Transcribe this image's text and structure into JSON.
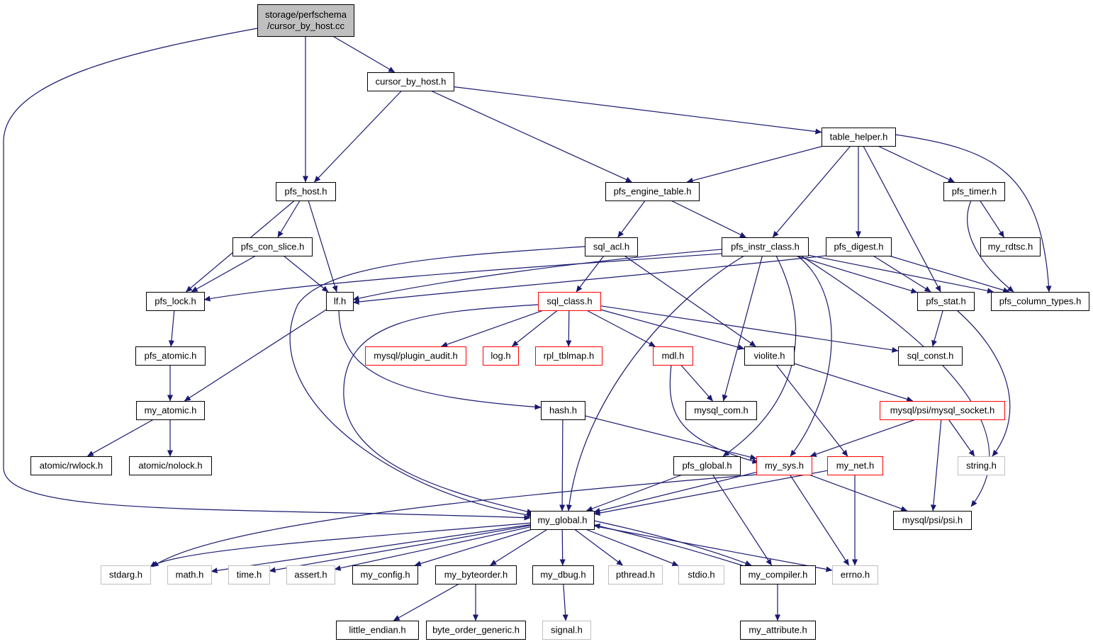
{
  "colors": {
    "edge": "#191970",
    "border_default": "#000000",
    "border_truncated": "#ff0000",
    "border_external": "#bfbfbf",
    "fill_root": "#bfbfbf",
    "fill_default": "#ffffff",
    "text_default": "#000000",
    "text_external": "#000000"
  },
  "nodes": [
    {
      "id": "root",
      "label": "storage/perfschema\n/cursor_by_host.cc",
      "kind": "root"
    },
    {
      "id": "cursor_by_host_h",
      "label": "cursor_by_host.h",
      "kind": "default"
    },
    {
      "id": "table_helper_h",
      "label": "table_helper.h",
      "kind": "default"
    },
    {
      "id": "pfs_host_h",
      "label": "pfs_host.h",
      "kind": "default"
    },
    {
      "id": "pfs_engine_table_h",
      "label": "pfs_engine_table.h",
      "kind": "default"
    },
    {
      "id": "pfs_timer_h",
      "label": "pfs_timer.h",
      "kind": "default"
    },
    {
      "id": "pfs_con_slice_h",
      "label": "pfs_con_slice.h",
      "kind": "default"
    },
    {
      "id": "sql_acl_h",
      "label": "sql_acl.h",
      "kind": "default"
    },
    {
      "id": "pfs_instr_class_h",
      "label": "pfs_instr_class.h",
      "kind": "default"
    },
    {
      "id": "pfs_digest_h",
      "label": "pfs_digest.h",
      "kind": "default"
    },
    {
      "id": "my_rdtsc_h",
      "label": "my_rdtsc.h",
      "kind": "default"
    },
    {
      "id": "pfs_lock_h",
      "label": "pfs_lock.h",
      "kind": "default"
    },
    {
      "id": "lf_h",
      "label": "lf.h",
      "kind": "default"
    },
    {
      "id": "sql_class_h",
      "label": "sql_class.h",
      "kind": "truncated"
    },
    {
      "id": "pfs_stat_h",
      "label": "pfs_stat.h",
      "kind": "default"
    },
    {
      "id": "pfs_column_types_h",
      "label": "pfs_column_types.h",
      "kind": "default"
    },
    {
      "id": "pfs_atomic_h",
      "label": "pfs_atomic.h",
      "kind": "default"
    },
    {
      "id": "plugin_audit_h",
      "label": "mysql/plugin_audit.h",
      "kind": "truncated"
    },
    {
      "id": "log_h",
      "label": "log.h",
      "kind": "truncated"
    },
    {
      "id": "rpl_tblmap_h",
      "label": "rpl_tblmap.h",
      "kind": "truncated"
    },
    {
      "id": "mdl_h",
      "label": "mdl.h",
      "kind": "truncated"
    },
    {
      "id": "violite_h",
      "label": "violite.h",
      "kind": "default"
    },
    {
      "id": "sql_const_h",
      "label": "sql_const.h",
      "kind": "default"
    },
    {
      "id": "my_atomic_h",
      "label": "my_atomic.h",
      "kind": "default"
    },
    {
      "id": "hash_h",
      "label": "hash.h",
      "kind": "default"
    },
    {
      "id": "mysql_com_h",
      "label": "mysql_com.h",
      "kind": "default"
    },
    {
      "id": "mysql_socket_h",
      "label": "mysql/psi/mysql_socket.h",
      "kind": "truncated"
    },
    {
      "id": "rwlock_h",
      "label": "atomic/rwlock.h",
      "kind": "default"
    },
    {
      "id": "nolock_h",
      "label": "atomic/nolock.h",
      "kind": "default"
    },
    {
      "id": "pfs_global_h",
      "label": "pfs_global.h",
      "kind": "default"
    },
    {
      "id": "my_sys_h",
      "label": "my_sys.h",
      "kind": "truncated"
    },
    {
      "id": "my_net_h",
      "label": "my_net.h",
      "kind": "truncated"
    },
    {
      "id": "string_h",
      "label": "string.h",
      "kind": "external"
    },
    {
      "id": "my_global_h",
      "label": "my_global.h",
      "kind": "default"
    },
    {
      "id": "psi_h",
      "label": "mysql/psi/psi.h",
      "kind": "default"
    },
    {
      "id": "stdarg_h",
      "label": "stdarg.h",
      "kind": "external"
    },
    {
      "id": "math_h",
      "label": "math.h",
      "kind": "external"
    },
    {
      "id": "time_h",
      "label": "time.h",
      "kind": "external"
    },
    {
      "id": "assert_h",
      "label": "assert.h",
      "kind": "external"
    },
    {
      "id": "my_config_h",
      "label": "my_config.h",
      "kind": "default"
    },
    {
      "id": "my_byteorder_h",
      "label": "my_byteorder.h",
      "kind": "default"
    },
    {
      "id": "my_dbug_h",
      "label": "my_dbug.h",
      "kind": "default"
    },
    {
      "id": "pthread_h",
      "label": "pthread.h",
      "kind": "external"
    },
    {
      "id": "stdio_h",
      "label": "stdio.h",
      "kind": "external"
    },
    {
      "id": "my_compiler_h",
      "label": "my_compiler.h",
      "kind": "default"
    },
    {
      "id": "errno_h",
      "label": "errno.h",
      "kind": "external"
    },
    {
      "id": "little_endian_h",
      "label": "little_endian.h",
      "kind": "default"
    },
    {
      "id": "byte_order_generic_h",
      "label": "byte_order_generic.h",
      "kind": "default"
    },
    {
      "id": "signal_h",
      "label": "signal.h",
      "kind": "external"
    },
    {
      "id": "my_attribute_h",
      "label": "my_attribute.h",
      "kind": "default"
    }
  ],
  "edges": [
    [
      "root",
      "cursor_by_host_h"
    ],
    [
      "root",
      "pfs_host_h"
    ],
    [
      "root",
      "my_global_h"
    ],
    [
      "cursor_by_host_h",
      "pfs_host_h"
    ],
    [
      "cursor_by_host_h",
      "pfs_engine_table_h"
    ],
    [
      "cursor_by_host_h",
      "table_helper_h"
    ],
    [
      "table_helper_h",
      "pfs_engine_table_h"
    ],
    [
      "table_helper_h",
      "pfs_instr_class_h"
    ],
    [
      "table_helper_h",
      "pfs_digest_h"
    ],
    [
      "table_helper_h",
      "pfs_stat_h"
    ],
    [
      "table_helper_h",
      "pfs_timer_h"
    ],
    [
      "table_helper_h",
      "pfs_column_types_h"
    ],
    [
      "pfs_host_h",
      "pfs_con_slice_h"
    ],
    [
      "pfs_host_h",
      "pfs_lock_h"
    ],
    [
      "pfs_host_h",
      "lf_h"
    ],
    [
      "pfs_con_slice_h",
      "pfs_lock_h"
    ],
    [
      "pfs_con_slice_h",
      "lf_h"
    ],
    [
      "pfs_engine_table_h",
      "sql_acl_h"
    ],
    [
      "pfs_engine_table_h",
      "pfs_instr_class_h"
    ],
    [
      "pfs_timer_h",
      "my_rdtsc_h"
    ],
    [
      "pfs_timer_h",
      "pfs_column_types_h"
    ],
    [
      "sql_acl_h",
      "sql_class_h"
    ],
    [
      "sql_acl_h",
      "violite_h"
    ],
    [
      "sql_acl_h",
      "my_global_h"
    ],
    [
      "pfs_instr_class_h",
      "pfs_lock_h"
    ],
    [
      "pfs_instr_class_h",
      "lf_h"
    ],
    [
      "pfs_instr_class_h",
      "pfs_stat_h"
    ],
    [
      "pfs_instr_class_h",
      "pfs_column_types_h"
    ],
    [
      "pfs_instr_class_h",
      "my_global_h"
    ],
    [
      "pfs_instr_class_h",
      "mysql_com_h"
    ],
    [
      "pfs_instr_class_h",
      "pfs_global_h"
    ],
    [
      "pfs_instr_class_h",
      "my_sys_h"
    ],
    [
      "pfs_instr_class_h",
      "psi_h"
    ],
    [
      "pfs_digest_h",
      "lf_h"
    ],
    [
      "pfs_digest_h",
      "pfs_stat_h"
    ],
    [
      "pfs_digest_h",
      "pfs_column_types_h"
    ],
    [
      "pfs_lock_h",
      "pfs_atomic_h"
    ],
    [
      "pfs_atomic_h",
      "my_atomic_h"
    ],
    [
      "lf_h",
      "my_atomic_h"
    ],
    [
      "lf_h",
      "hash_h"
    ],
    [
      "my_atomic_h",
      "rwlock_h"
    ],
    [
      "my_atomic_h",
      "nolock_h"
    ],
    [
      "sql_class_h",
      "plugin_audit_h"
    ],
    [
      "sql_class_h",
      "log_h"
    ],
    [
      "sql_class_h",
      "rpl_tblmap_h"
    ],
    [
      "sql_class_h",
      "mdl_h"
    ],
    [
      "sql_class_h",
      "violite_h"
    ],
    [
      "sql_class_h",
      "sql_const_h"
    ],
    [
      "sql_class_h",
      "my_global_h"
    ],
    [
      "pfs_stat_h",
      "sql_const_h"
    ],
    [
      "pfs_stat_h",
      "string_h"
    ],
    [
      "mdl_h",
      "mysql_com_h"
    ],
    [
      "mdl_h",
      "my_sys_h"
    ],
    [
      "violite_h",
      "mysql_socket_h"
    ],
    [
      "violite_h",
      "my_net_h"
    ],
    [
      "hash_h",
      "my_global_h"
    ],
    [
      "hash_h",
      "my_sys_h"
    ],
    [
      "mysql_socket_h",
      "my_sys_h"
    ],
    [
      "mysql_socket_h",
      "string_h"
    ],
    [
      "mysql_socket_h",
      "psi_h"
    ],
    [
      "pfs_global_h",
      "my_global_h"
    ],
    [
      "pfs_global_h",
      "my_compiler_h"
    ],
    [
      "my_sys_h",
      "my_global_h"
    ],
    [
      "my_sys_h",
      "stdarg_h"
    ],
    [
      "my_sys_h",
      "psi_h"
    ],
    [
      "my_sys_h",
      "errno_h"
    ],
    [
      "my_net_h",
      "my_global_h"
    ],
    [
      "my_net_h",
      "errno_h"
    ],
    [
      "my_global_h",
      "stdarg_h"
    ],
    [
      "my_global_h",
      "math_h"
    ],
    [
      "my_global_h",
      "time_h"
    ],
    [
      "my_global_h",
      "assert_h"
    ],
    [
      "my_global_h",
      "my_config_h"
    ],
    [
      "my_global_h",
      "my_byteorder_h"
    ],
    [
      "my_global_h",
      "my_dbug_h"
    ],
    [
      "my_global_h",
      "pthread_h"
    ],
    [
      "my_global_h",
      "stdio_h"
    ],
    [
      "my_global_h",
      "my_compiler_h"
    ],
    [
      "my_global_h",
      "errno_h"
    ],
    [
      "my_compiler_h",
      "my_global_h"
    ],
    [
      "my_compiler_h",
      "my_attribute_h"
    ],
    [
      "my_byteorder_h",
      "little_endian_h"
    ],
    [
      "my_byteorder_h",
      "byte_order_generic_h"
    ],
    [
      "my_dbug_h",
      "signal_h"
    ]
  ]
}
